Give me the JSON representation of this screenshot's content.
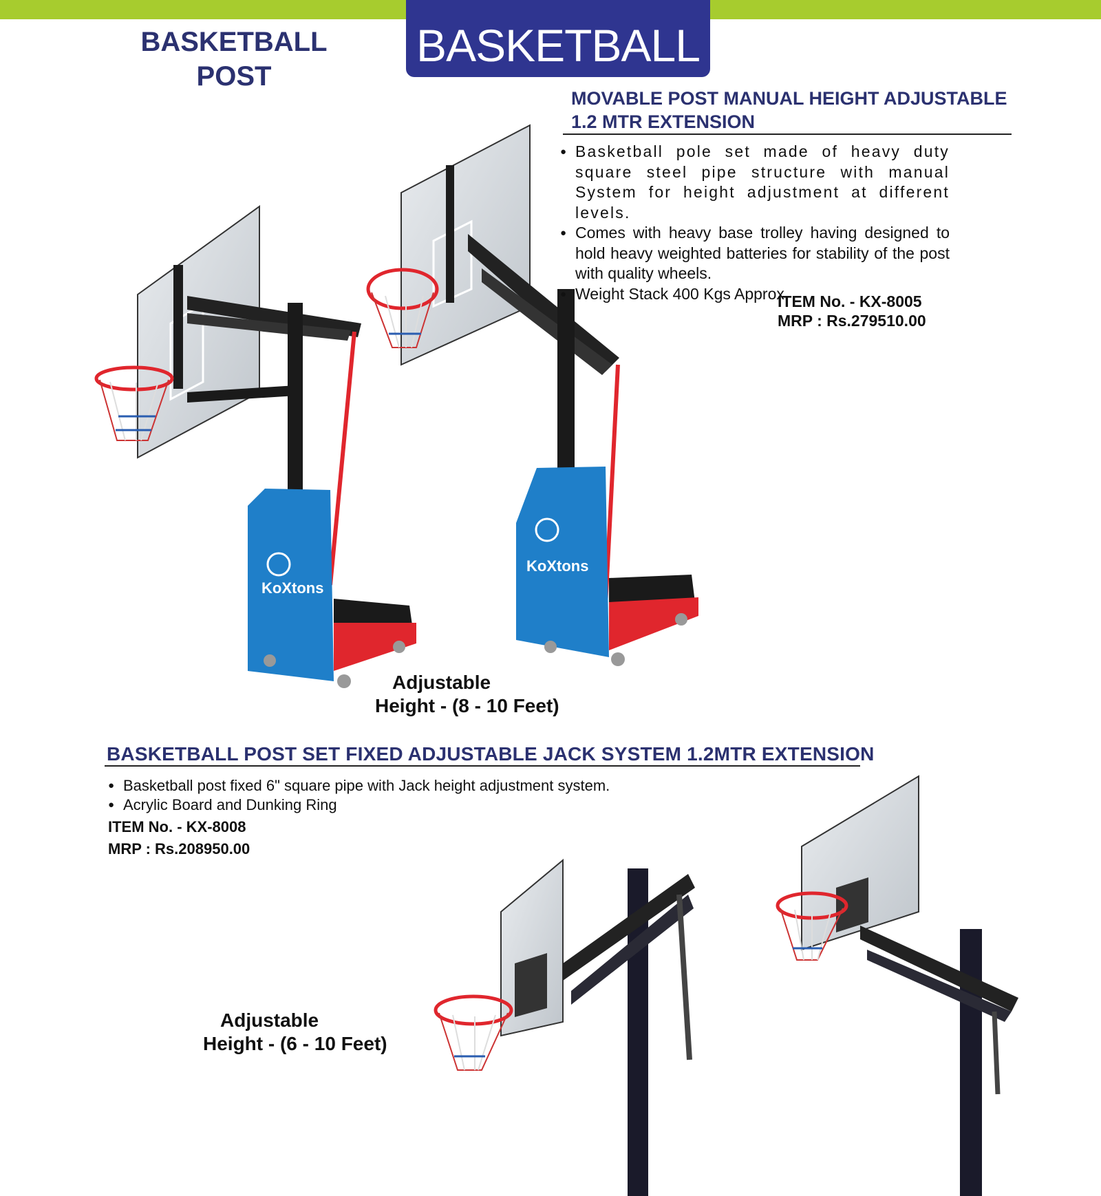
{
  "header": {
    "banner_title": "BASKETBALL",
    "section_title_line1": "BASKETBALL",
    "section_title_line2": "POST"
  },
  "product1": {
    "heading_line1": "MOVABLE POST MANUAL HEIGHT ADJUSTABLE",
    "heading_line2": "1.2 MTR EXTENSION",
    "bullets": [
      "Basketball pole set made of heavy duty square steel pipe structure with manual System for height adjustment at different levels.",
      "Comes with heavy base trolley having designed to hold heavy weighted batteries for stability of the post with quality wheels.",
      "Weight Stack 400 Kgs Approx"
    ],
    "item_no": "ITEM No. - KX-8005",
    "mrp": "MRP : Rs.279510.00",
    "adjustable_line1": "Adjustable",
    "adjustable_line2": "Height - (8 - 10 Feet)"
  },
  "product2": {
    "heading": "BASKETBALL POST SET FIXED ADJUSTABLE JACK SYSTEM 1.2MTR EXTENSION",
    "bullets": [
      "Basketball post fixed 6\" square pipe with Jack height adjustment system.",
      "Acrylic Board and Dunking Ring"
    ],
    "item_no": "ITEM No. - KX-8008",
    "mrp": "MRP : Rs.208950.00",
    "adjustable_line1": "Adjustable",
    "adjustable_line2": "Height - (6 - 10 Feet)"
  },
  "brand": {
    "logo_text": "KoXtons"
  },
  "colors": {
    "accent_green": "#a7cc2e",
    "navy": "#2f3590",
    "heading_navy": "#2b3170",
    "pad_blue": "#1f7fc9",
    "frame_red": "#e0262d"
  }
}
